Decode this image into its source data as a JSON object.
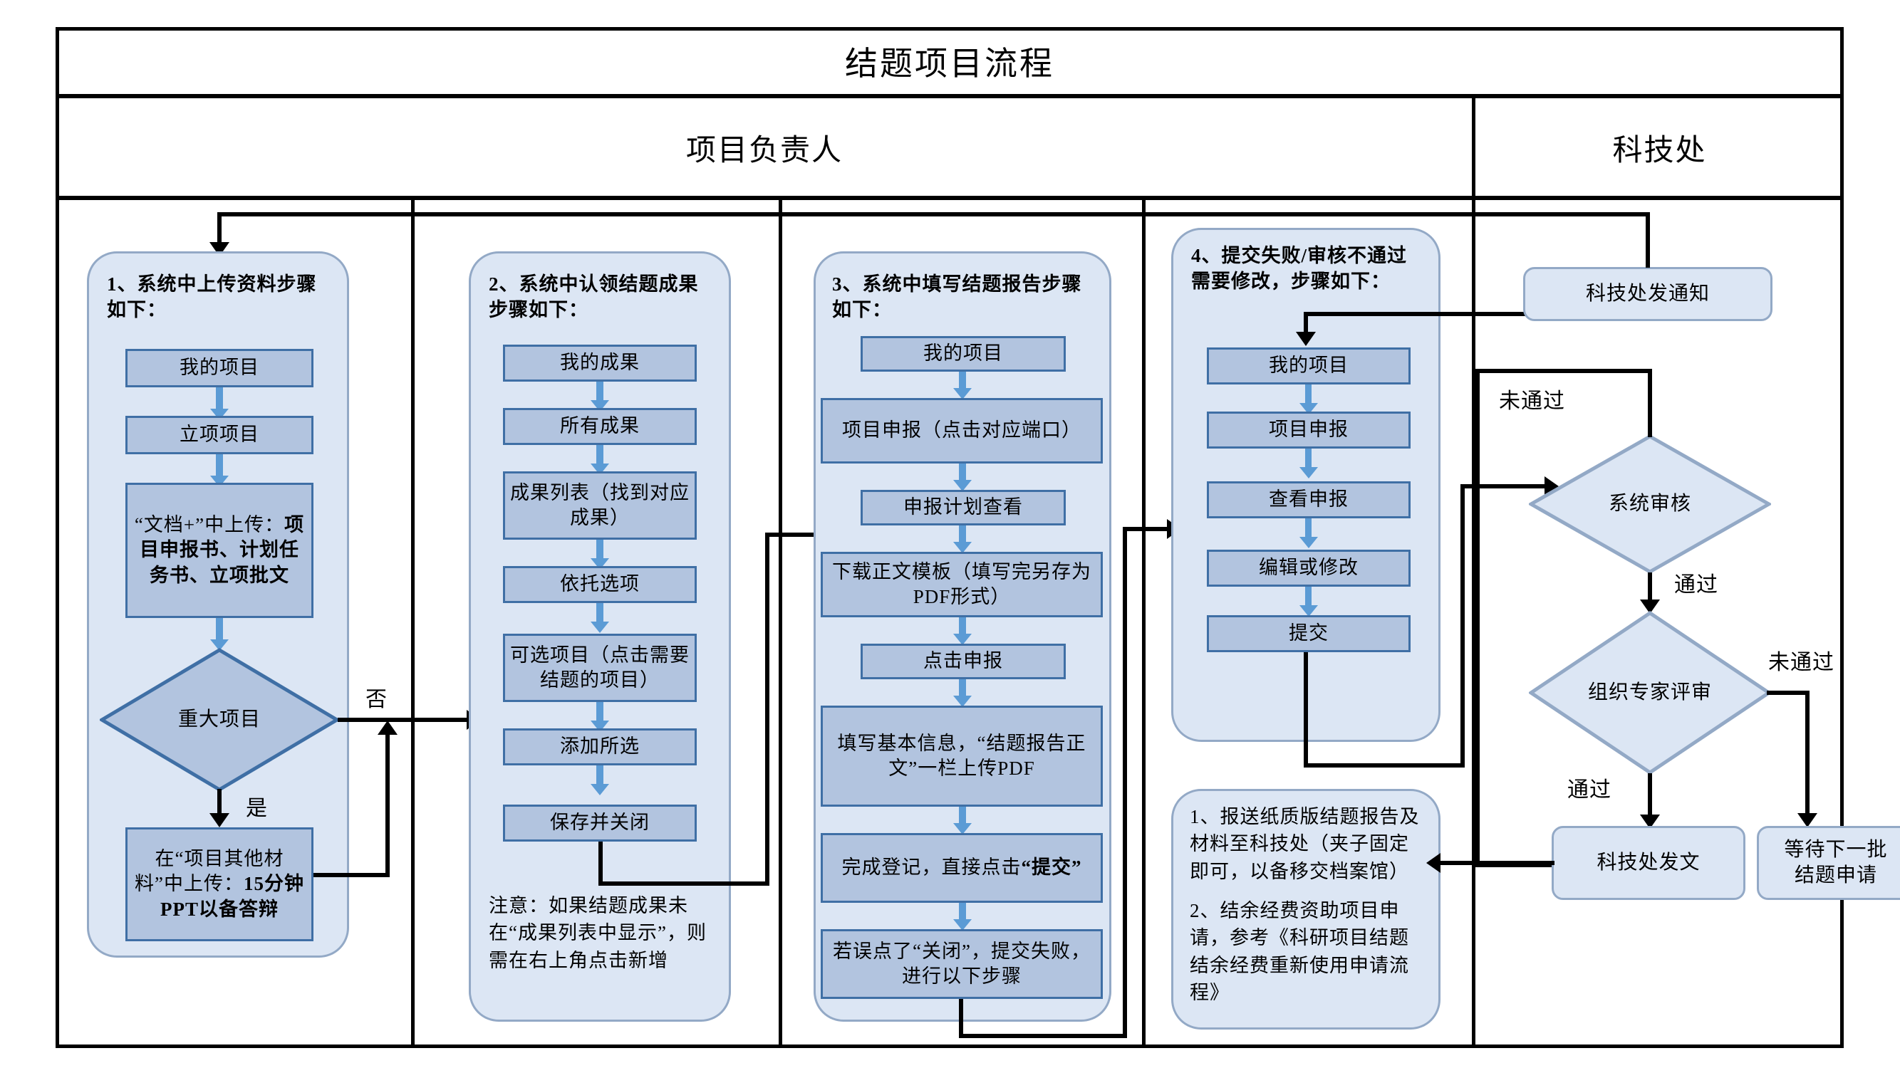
{
  "document": {
    "title": "结题项目流程"
  },
  "lanes": [
    {
      "id": "owner",
      "label": "项目负责人"
    },
    {
      "id": "office",
      "label": "科技处"
    }
  ],
  "columns": [
    {
      "id": "col1",
      "heading": "1、系统中上传资料步骤如下：",
      "steps": [
        {
          "id": "c1s1",
          "label": "我的项目"
        },
        {
          "id": "c1s2",
          "label": "立项项目"
        },
        {
          "id": "c1s3",
          "label": "“文档+”中上传：项目申报书、计划任务书、立项批文",
          "bold_from": "项目申报书、计划任务书、立项批文"
        }
      ],
      "decision": {
        "id": "c1d1",
        "label": "重大项目",
        "yes": "是",
        "no": "否"
      },
      "after_yes": {
        "id": "c1s4",
        "label": "在“项目其他材料”中上传：15分钟PPT以备答辩",
        "bold_from": "15分钟PPT以备答辩"
      }
    },
    {
      "id": "col2",
      "heading": "2、系统中认领结题成果步骤如下：",
      "steps": [
        {
          "id": "c2s1",
          "label": "我的成果"
        },
        {
          "id": "c2s2",
          "label": "所有成果"
        },
        {
          "id": "c2s3",
          "label": "成果列表（找到对应成果）"
        },
        {
          "id": "c2s4",
          "label": "依托选项"
        },
        {
          "id": "c2s5",
          "label": "可选项目（点击需要结题的项目）"
        },
        {
          "id": "c2s6",
          "label": "添加所选"
        },
        {
          "id": "c2s7",
          "label": "保存并关闭"
        }
      ],
      "note": "注意：如果结题成果未在“成果列表中显示”，则需在右上角点击新增"
    },
    {
      "id": "col3",
      "heading": "3、系统中填写结题报告步骤如下：",
      "steps": [
        {
          "id": "c3s1",
          "label": "我的项目"
        },
        {
          "id": "c3s2",
          "label": "项目申报（点击对应端口）"
        },
        {
          "id": "c3s3",
          "label": "申报计划查看"
        },
        {
          "id": "c3s4",
          "label": "下载正文模板（填写完另存为PDF形式）"
        },
        {
          "id": "c3s5",
          "label": "点击申报"
        },
        {
          "id": "c3s6",
          "label": "填写基本信息，“结题报告正文”一栏上传PDF"
        },
        {
          "id": "c3s7",
          "label": "完成登记，直接点击“提交”",
          "bold_from": "“提交”"
        },
        {
          "id": "c3s8",
          "label": "若误点了“关闭”，提交失败，进行以下步骤"
        }
      ]
    },
    {
      "id": "col4",
      "heading": "4、提交失败/审核不通过需要修改，步骤如下：",
      "steps": [
        {
          "id": "c4s1",
          "label": "我的项目"
        },
        {
          "id": "c4s2",
          "label": "项目申报"
        },
        {
          "id": "c4s3",
          "label": "查看申报"
        },
        {
          "id": "c4s4",
          "label": "编辑或修改"
        },
        {
          "id": "c4s5",
          "label": "提交"
        }
      ],
      "footer_note_1": "1、报送纸质版结题报告及材料至科技处（夹子固定即可，以备移交档案馆）",
      "footer_note_2": "2、结余经费资助项目申请，参考《科研项目结题结余经费重新使用申请流程》"
    }
  ],
  "office_lane": {
    "notice_box": {
      "id": "o1",
      "label": "科技处发通知"
    },
    "review_decision": {
      "id": "o2",
      "label": "系统审核",
      "pass": "通过",
      "fail": "未通过"
    },
    "expert_decision": {
      "id": "o3",
      "label": "组织专家评审",
      "label_line1": "组织专家",
      "label_line2": "评审",
      "pass": "通过",
      "fail": "未通过"
    },
    "publish_box": {
      "id": "o4",
      "label": "科技处发文"
    },
    "wait_box": {
      "id": "o5",
      "label": "等待下一批结题申请",
      "label_line1": "等待下一批",
      "label_line2": "结题申请"
    }
  },
  "edge_labels": {
    "no": "否",
    "yes": "是",
    "pass": "通过",
    "fail": "未通过"
  },
  "colors": {
    "process_fill": "#b2c4df",
    "process_stroke": "#3f6fa5",
    "group_fill": "#dce6f4",
    "group_stroke": "#93a9c6",
    "arrow_blue": "#5b9bd5",
    "arrow_black": "#000000",
    "frame": "#000000"
  }
}
